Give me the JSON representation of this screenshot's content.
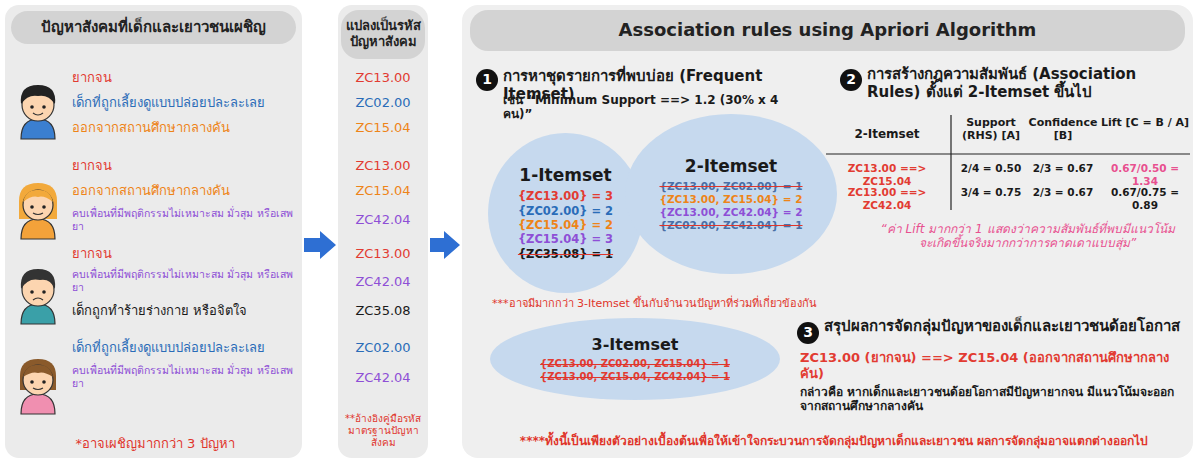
{
  "diagram": {
    "nodes": [
      {
        "text": [
          "ปัญหาสังคมที่เด็กและเยาวชนเผชิญ"
        ]
      },
      {
        "text": [
          "แปลงเป็นรหัส ปัญหาสังคม"
        ]
      },
      {
        "text": [
          "Association rules using Apriori Algorithm"
        ]
      },
      {
        "text": [
          "1"
        ],
        "in": 2
      },
      {
        "text": [
          "1-Itemset",
          "{ZC13.00} = 3",
          "{ZC02.00} = 2",
          "{ZC15.04} = 2",
          "{ZC15.04} = 3",
          "{ZC35.08} = 1"
        ],
        "in": 2
      },
      {
        "text": [
          "2-Itemset",
          "{ZC13.00, ZC02.00} = 1",
          "{ZC13.00, ZC15.04} = 2",
          "{ZC13.00, ZC42.04} = 2",
          "{ZC02.00, ZC42.04} = 1"
        ],
        "in": 2
      },
      {
        "text": [
          "3-Itemset",
          "{ZC13.00, ZC02.00, ZC15.04} = 1",
          "{ZC13.00, ZC15.04, ZC42.04} = 1"
        ],
        "in": 2
      },
      {
        "text": [
          "2"
        ],
        "in": 2
      },
      {
        "text": [
          "3"
        ],
        "in": 2
      }
    ],
    "edges": [
      {
        "from": 0,
        "to": 1,
        "arrow": "to"
      },
      {
        "from": 1,
        "to": 2,
        "arrow": "to"
      }
    ],
    "labels": [
      "ยากจน",
      "เด็กที่ถูกเลี้ยงดูแบบปล่อยปละละเลย",
      "ออกจากสถานศึกษากลางคัน",
      "ยากจน",
      "ออกจากสถานศึกษากลางคัน",
      "คบเพื่อนที่มีพฤติกรรมไม่เหมาะสม มั่วสุม หรือเสพยา",
      "ยากจน",
      "คบเพื่อนที่มีพฤติกรรมไม่เหมาะสม มั่วสุม หรือเสพยา",
      "เด็กถูกทำร้ายร่างกาย หรือจิตใจ",
      "เด็กที่ถูกเลี้ยงดูแบบปล่อยปละละเลย",
      "คบเพื่อนที่มีพฤติกรรมไม่เหมาะสม มั่วสุม หรือเสพยา",
      "*อาจเผชิญมากกว่า 3 ปัญหา",
      "ZC13.00",
      "ZC02.00",
      "ZC15.04",
      "ZC13.00",
      "ZC15.04",
      "ZC42.04",
      "ZC13.00",
      "ZC42.04",
      "ZC35.08",
      "ZC02.00",
      "ZC42.04",
      "**อ้างอิงคู่มือรหัสมาตรฐานปัญหาสังคม",
      "การหาชุดรายการที่พบบ่อย (Frequent Itemset)",
      "เช่น “Minimum Support ==> 1.2 (30% x 4 คน)”",
      "***อาจมีมากกว่า 3-Itemset ขึ้นกับจำนวนปัญหาที่ร่วมที่เกี่ยวข้องกัน",
      "การสร้างกฎความสัมพันธ์ (Association Rules) ตั้งแต่ 2-Itemset ขึ้นไป",
      "2-Itemset",
      "Support (RHS) [A]",
      "Confidence [B]",
      "Lift [C = B / A]",
      "ZC13.00 ==> ZC15.04",
      "2/4 = 0.50",
      "2/3 = 0.67",
      "0.67/0.50 = 1.34",
      "ZC13.00 ==> ZC42.04",
      "3/4 = 0.75",
      "2/3 = 0.67",
      "0.67/0.75 = 0.89",
      "“ค่า Lift มากกว่า 1 แสดงว่าความสัมพันธ์ที่พบมีแนวโน้มจะเกิดขึ้นจริงมากกว่าการคาดเดาแบบสุ่ม”",
      "สรุปผลการจัดกลุ่มปัญหาของเด็กและเยาวชนด้อยโอกาส",
      "ZC13.00 (ยากจน) ==> ZC15.04 (ออกจากสถานศึกษากลางคัน)",
      "กล่าวคือ หากเด็กและเยาวชนด้อยโอกาสมีปัญหายากจน มีแนวโน้มจะออกจากสถานศึกษากลางคัน",
      "****ทั้งนี้เป็นเพียงตัวอย่างเบื้องต้นเพื่อให้เข้าใจกระบวนการจัดกลุ่มปัญหาเด็กและเยาวชน ผลการจัดกลุ่มอาจแตกต่างออกไป"
    ]
  }
}
